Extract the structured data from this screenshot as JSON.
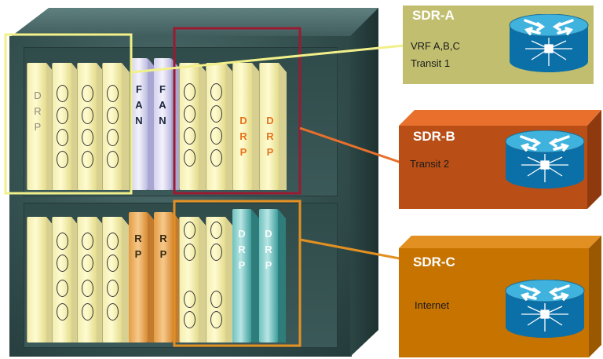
{
  "chassis": {
    "top_labels": {
      "drp_left": [
        "D",
        "R",
        "P"
      ],
      "fan1": [
        "F",
        "A",
        "N"
      ],
      "fan2": [
        "F",
        "A",
        "N"
      ],
      "drp_a": [
        "D",
        "R",
        "P"
      ],
      "drp_b": [
        "D",
        "R",
        "P"
      ]
    },
    "bottom_labels": {
      "rp1": [
        "R",
        "P"
      ],
      "rp2": [
        "R",
        "P"
      ],
      "drp_c": [
        "D",
        "R",
        "P"
      ],
      "drp_d": [
        "D",
        "R",
        "P"
      ]
    }
  },
  "sdr_a": {
    "title": "SDR-A",
    "line1": "VRF A,B,C",
    "line2": "Transit 1",
    "color": "#c1bf6f",
    "highlight": "#f2f08a"
  },
  "sdr_b": {
    "title": "SDR-B",
    "line1": "Transit 2",
    "color": "#b94f16",
    "highlight": "#e8702c"
  },
  "sdr_c": {
    "title": "SDR-C",
    "line1": "Internet",
    "color": "#c67300",
    "highlight": "#e39022"
  },
  "router_icon": "router-icon"
}
